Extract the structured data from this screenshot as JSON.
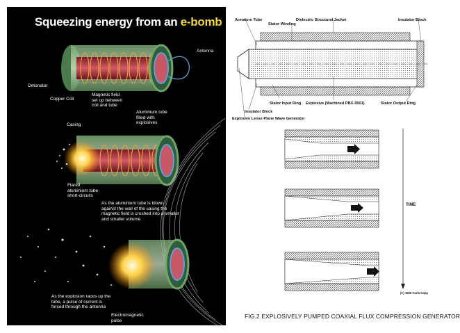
{
  "left": {
    "title_main": "Squeezing energy from an ",
    "title_tail": "e-bomb",
    "labels": {
      "antenna": "Antenna",
      "detonator": "Detonator",
      "copper_coil": "Copper  Coil",
      "magnetic_field": "Magnetic field set up between coil and tube",
      "aluminium_tube": "Aluminium tube filled with explosives",
      "casing": "Casing",
      "flared_tube": "Flared aluminium tube short-circuits",
      "tube_blown": "As the aluminium tube is blown against the wall of the casing the magnetic field is crushed into a smaller and smaller volume",
      "explosion_races": "As the explosion races up the tube, a pulse of current is forced through the antenna",
      "em_pulse": "Electromagnetic pulse"
    }
  },
  "right": {
    "labels": {
      "armature_tube": "Armature Tube",
      "dielectric_jacket": "Dielectric Structural Jacket",
      "insulator_block_top": "Insulator Block",
      "stator_winding": "Stator Winding",
      "stator_input_ring": "Stator Input Ring",
      "explosive": "Explosive (Machined PBX-9501)",
      "stator_output_ring": "Stator Output Ring",
      "insulator_block_bottom": "Insulator Block",
      "lense_generator": "Explosive Lense Plane Wave Generator",
      "time": "TIME",
      "credit": "(C) 1996 Carlo Kopp"
    },
    "caption": "FIG.2 EXPLOSIVELY PUMPED COAXIAL FLUX COMPRESSION GENERATOR"
  }
}
